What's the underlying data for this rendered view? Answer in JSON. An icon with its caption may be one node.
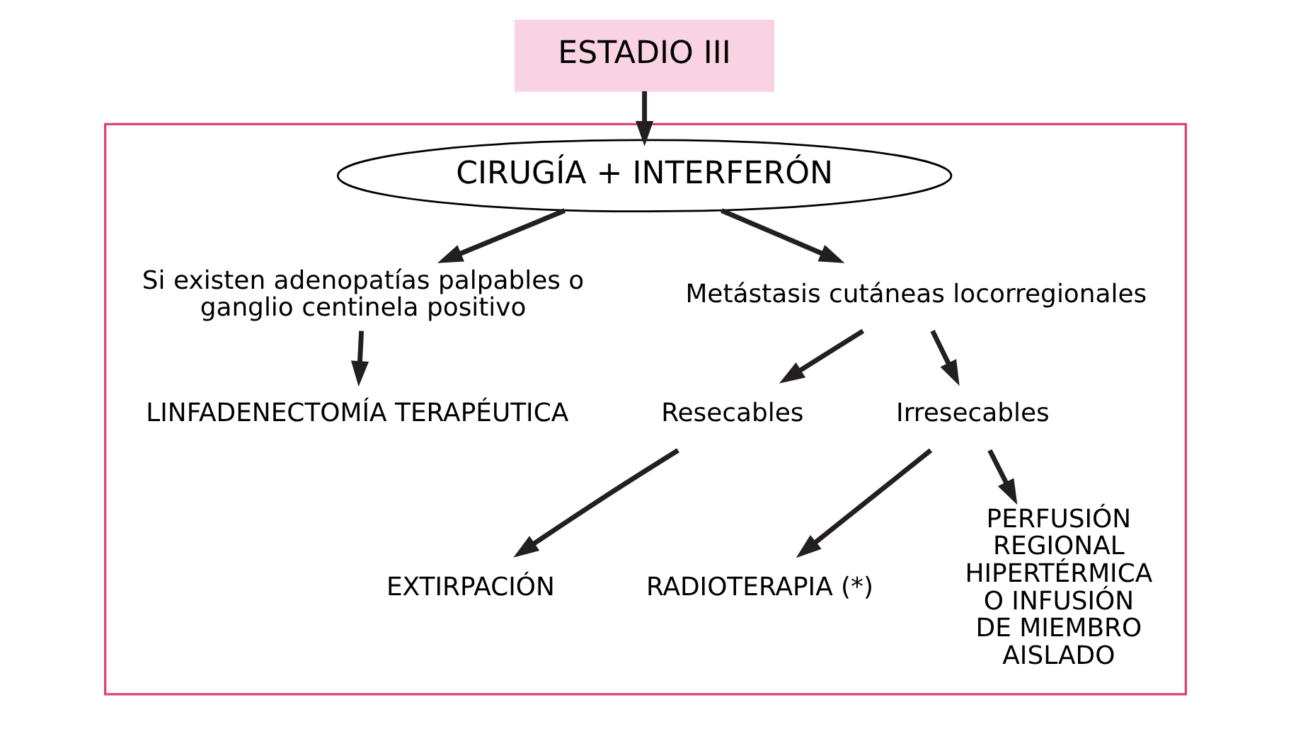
{
  "diagram": {
    "nodes": [
      {
        "text": [],
        "shape": "box"
      },
      {
        "text": [
          "ESTADIO III"
        ]
      },
      {
        "text": [
          "CIRUGÍA + INTERFERÓN"
        ],
        "in": 0
      },
      {
        "text": [
          "Si existen adenopatías palpables o ganglio centinela positivo"
        ],
        "in": 0
      },
      {
        "text": [
          "LINFADENECTOMÍA TERAPÉUTICA"
        ],
        "in": 0
      },
      {
        "text": [
          "Metástasis cutáneas locorregionales"
        ],
        "in": 0
      },
      {
        "text": [
          "Resecables"
        ],
        "in": 0
      },
      {
        "text": [
          "Irresecables"
        ],
        "in": 0
      },
      {
        "text": [
          "EXTIRPACIÓN"
        ],
        "in": 0
      },
      {
        "text": [
          "RADIOTERAPIA (*)"
        ],
        "in": 0
      },
      {
        "text": [
          "PERFUSIÓN REGIONAL HIPERTÉRMICA O INFUSIÓN DE MIEMBRO AISLADO"
        ],
        "in": 0
      }
    ],
    "edges": [
      {
        "from": 1,
        "to": 2,
        "arrow": "to"
      },
      {
        "from": 2,
        "to": 3,
        "arrow": "to"
      },
      {
        "from": 2,
        "to": 5,
        "arrow": "to"
      },
      {
        "from": 3,
        "to": 4,
        "arrow": "to"
      },
      {
        "from": 5,
        "to": 6,
        "arrow": "to"
      },
      {
        "from": 5,
        "to": 7,
        "arrow": "to"
      },
      {
        "from": 6,
        "to": 8,
        "arrow": "to"
      },
      {
        "from": 7,
        "to": 9,
        "arrow": "to"
      },
      {
        "from": 7,
        "to": 10,
        "arrow": "to"
      }
    ]
  }
}
